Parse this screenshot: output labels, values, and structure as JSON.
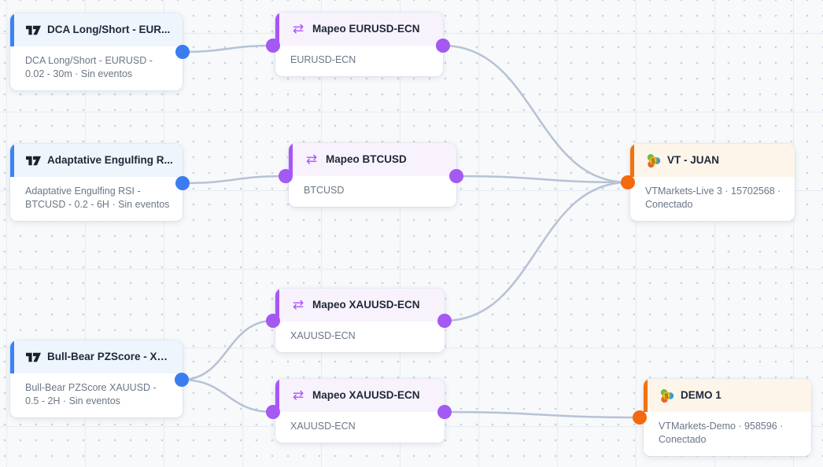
{
  "canvas": {
    "background_color": "#f7f9fb",
    "grid_line_color": "#e7ecf2",
    "grid_dot_color": "#c8d2e0",
    "edge_color": "#b7c2d4"
  },
  "accents": {
    "strategy_blue": "#3b82f6",
    "mapping_purple": "#a855f7",
    "account_orange": "#f4700d"
  },
  "nodes": {
    "dca": {
      "title": "DCA Long/Short - EUR...",
      "body": "DCA Long/Short - EURUSD - 0.02 - 30m · Sin eventos"
    },
    "mapeo_eurusd": {
      "title": "Mapeo EURUSD-ECN",
      "body": "EURUSD-ECN"
    },
    "adaptative": {
      "title": "Adaptative Engulfing R...",
      "body": "Adaptative Engulfing RSI - BTCUSD - 0.2 - 6H · Sin eventos"
    },
    "mapeo_btcusd": {
      "title": "Mapeo BTCUSD",
      "body": "BTCUSD"
    },
    "vt_juan": {
      "title": "VT - JUAN",
      "body": "VTMarkets-Live 3 · 15702568 · Conectado"
    },
    "bull_bear": {
      "title": "Bull-Bear PZScore - XA...",
      "body": "Bull-Bear PZScore XAUUSD - 0.5 - 2H · Sin eventos"
    },
    "mapeo_xauusd_top": {
      "title": "Mapeo XAUUSD-ECN",
      "body": "XAUUSD-ECN"
    },
    "mapeo_xauusd_bottom": {
      "title": "Mapeo XAUUSD-ECN",
      "body": "XAUUSD-ECN"
    },
    "demo_1": {
      "title": "DEMO 1",
      "body": "VTMarkets-Demo · 958596 · Conectado"
    }
  },
  "icons": {
    "swap_glyph": "⇄",
    "coin_symbol": "$"
  }
}
